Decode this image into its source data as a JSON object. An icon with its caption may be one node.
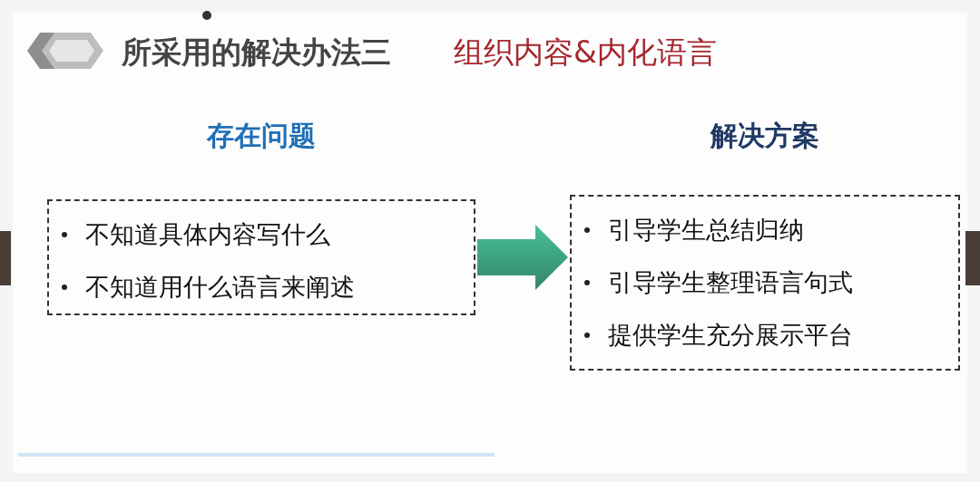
{
  "diagram": {
    "title": "所采用的解决办法三",
    "nodes": [
      {
        "text": [
          "存在问题",
          "不知道具体内容写什么",
          "不知道用什么语言来阐述"
        ]
      },
      {
        "text": [
          "解决方案",
          "引导学生总结归纳",
          "引导学生整理语言句式",
          "提供学生充分展示平台"
        ]
      }
    ],
    "edges": [
      {
        "from": 0,
        "to": 1,
        "arrow": "to",
        "style": "thick",
        "color": "#3a9a7a"
      }
    ],
    "labels": [
      "组织内容&内化语言"
    ]
  }
}
